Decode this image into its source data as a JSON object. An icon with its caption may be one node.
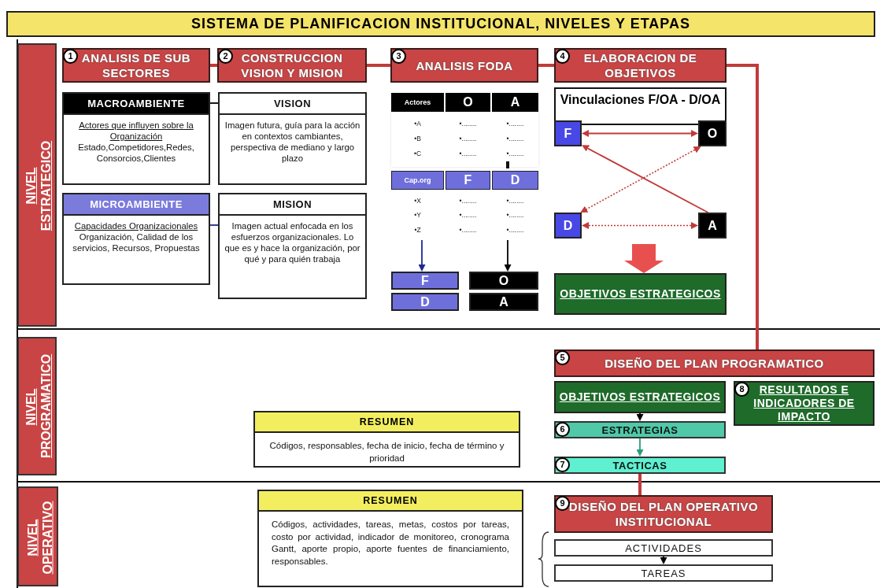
{
  "diagram": {
    "title": "SISTEMA DE PLANIFICACION INSTITUCIONAL, NIVELES Y ETAPAS",
    "nodes": [
      {
        "text": [
          "NIVEL ESTRATEGICO"
        ]
      },
      {
        "text": [
          "1",
          "ANALISIS DE SUB SECTORES"
        ]
      },
      {
        "text": [
          "2",
          "CONSTRUCCION VISION Y MISION"
        ]
      },
      {
        "text": [
          "3",
          "ANALISIS FODA"
        ]
      },
      {
        "text": [
          "4",
          "ELABORACION DE OBJETIVOS"
        ]
      },
      {
        "text": [
          "MACROAMBIENTE",
          "Actores que influyen sobre la Organización",
          "Estado,Competidores,Redes, Consorcios,Clientes"
        ]
      },
      {
        "text": [
          "VISION",
          "Imagen futura, guía para la acción en contextos cambiantes, perspectiva de mediano y largo plazo"
        ]
      },
      {
        "text": [
          "MICROAMBIENTE",
          "Capacidades Organizacionales",
          "Organización, Calidad de los servicios, Recursos, Propuestas"
        ]
      },
      {
        "text": [
          "MISION",
          "Imagen actual enfocada en los esfuerzos organizacionales. Lo que es y hace la organización, por qué y para quién trabaja"
        ]
      },
      {
        "text": [
          "F"
        ]
      },
      {
        "text": [
          "O"
        ]
      },
      {
        "text": [
          "D"
        ]
      },
      {
        "text": [
          "A"
        ]
      },
      {
        "text": [
          "Vinculaciones F/OA - D/OA"
        ]
      },
      {
        "text": [
          "F"
        ]
      },
      {
        "text": [
          "O"
        ]
      },
      {
        "text": [
          "D"
        ]
      },
      {
        "text": [
          "A"
        ]
      },
      {
        "text": [
          "OBJETIVOS ESTRATEGICOS"
        ]
      },
      {
        "text": [
          "NIVEL PROGRAMATICO"
        ]
      },
      {
        "text": [
          "5",
          "DISEÑO DEL PLAN PROGRAMATICO"
        ]
      },
      {
        "text": [
          "OBJETIVOS ESTRATEGICOS"
        ]
      },
      {
        "text": [
          "8",
          "RESULTADOS E INDICADORES DE IMPACTO"
        ]
      },
      {
        "text": [
          "6",
          "ESTRATEGIAS"
        ]
      },
      {
        "text": [
          "7",
          "TACTICAS"
        ]
      },
      {
        "text": [
          "RESUMEN",
          "Códigos, responsables, fecha de inicio, fecha de término y prioridad"
        ]
      },
      {
        "text": [
          "NIVEL OPERATIVO"
        ]
      },
      {
        "text": [
          "RESUMEN",
          "Códigos, actividades, tareas, metas, costos por tareas, costo por actividad, indicador de monitoreo, cronograma Gantt, aporte propio, aporte fuentes de financiamiento, responsables."
        ]
      },
      {
        "text": [
          "9",
          "DISEÑO DEL PLAN OPERATIVO INSTITUCIONAL"
        ]
      },
      {
        "text": [
          "ACTIVIDADES"
        ]
      },
      {
        "text": [
          "TAREAS"
        ]
      }
    ],
    "edges": [
      {
        "from": 1,
        "to": 2,
        "arrow": "none",
        "style": "thick"
      },
      {
        "from": 2,
        "to": 3,
        "arrow": "none",
        "style": "thick"
      },
      {
        "from": 3,
        "to": 4,
        "arrow": "none",
        "style": "thick"
      },
      {
        "from": 4,
        "to": 20,
        "arrow": "none",
        "style": "thick"
      },
      {
        "from": 5,
        "to": 6,
        "arrow": "none",
        "color": "#000000"
      },
      {
        "from": 7,
        "to": 8,
        "arrow": "none",
        "color": "#1f2a8c"
      },
      {
        "from": null,
        "to": 9,
        "arrow": "to",
        "color": "#1f2a8c"
      },
      {
        "from": null,
        "to": 10,
        "arrow": "to",
        "color": "#000000"
      },
      {
        "from": 14,
        "to": 15,
        "arrow": "both"
      },
      {
        "from": 17,
        "to": 14,
        "arrow": "to"
      },
      {
        "from": 15,
        "to": 16,
        "arrow": "both",
        "style": "dashed"
      },
      {
        "from": 16,
        "to": 17,
        "arrow": "both",
        "style": "dashed"
      },
      {
        "from": null,
        "to": 18,
        "arrow": "to",
        "style": "thick",
        "color": "#e8504f"
      },
      {
        "from": 21,
        "to": 23,
        "arrow": "to",
        "color": "#000000"
      },
      {
        "from": 23,
        "to": 24,
        "arrow": "to",
        "color": "#2a9d80"
      },
      {
        "from": 24,
        "to": 28,
        "arrow": "none",
        "style": "thick"
      },
      {
        "from": 29,
        "to": 30,
        "arrow": "to",
        "color": "#000000"
      }
    ],
    "labels": [
      "Actores",
      "O",
      "A",
      "•A",
      "•........",
      "•........",
      "•B",
      "•........",
      "•........",
      "•C",
      "•........",
      "•........",
      "Cap.org",
      "F",
      "D",
      "•X",
      "•........",
      "•........",
      "•Y",
      "•........",
      "•........",
      "•Z",
      "•........",
      "•........"
    ]
  }
}
